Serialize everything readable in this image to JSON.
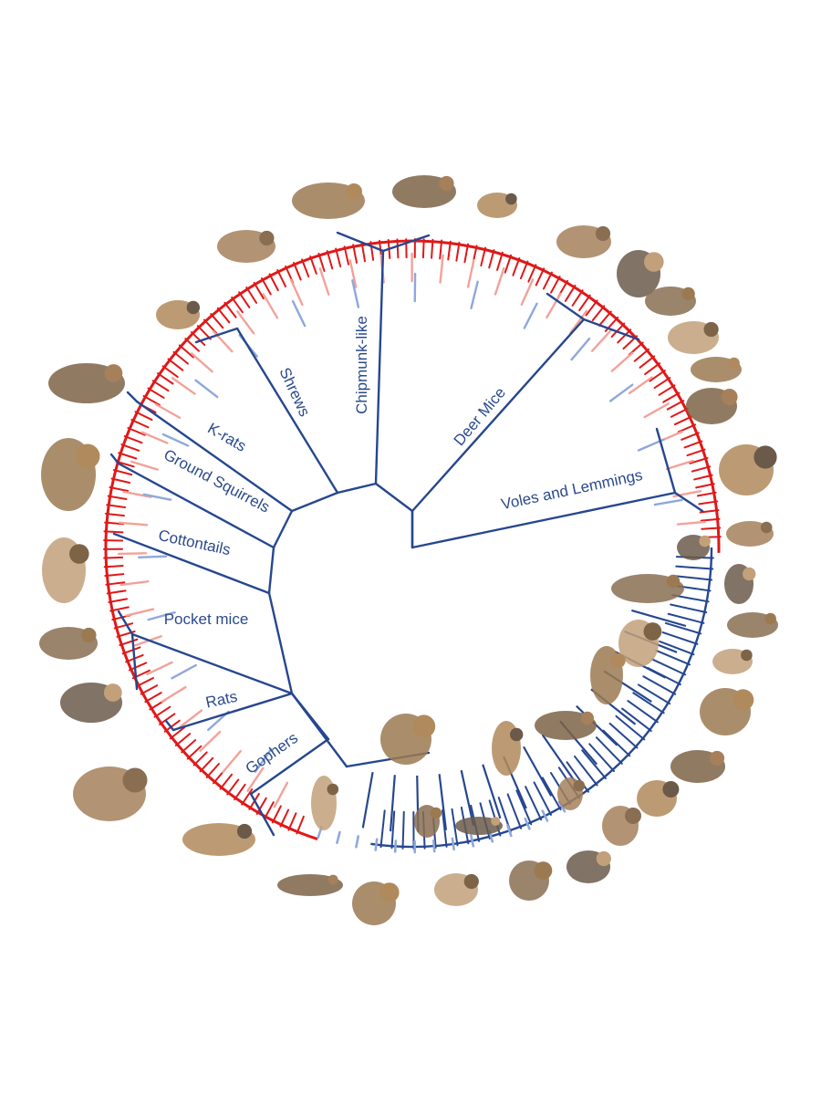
{
  "colors": {
    "tree": "#26478f",
    "light_blue": "#8fa8dc",
    "pink": "#f2a29a",
    "red": "#e01818",
    "label": "#2a4a8c"
  },
  "clades": [
    {
      "key": "chipmunk",
      "label": "Chipmunk-like"
    },
    {
      "key": "shrews",
      "label": "Shrews"
    },
    {
      "key": "deer_mice",
      "label": "Deer Mice"
    },
    {
      "key": "k_rats",
      "label": "K-rats"
    },
    {
      "key": "ground_squirrels",
      "label": "Ground Squirrels"
    },
    {
      "key": "voles",
      "label": "Voles and Lemmings"
    },
    {
      "key": "cottontails",
      "label": "Cottontails"
    },
    {
      "key": "pocket_mice",
      "label": "Pocket mice"
    },
    {
      "key": "rats",
      "label": "Rats"
    },
    {
      "key": "gophers",
      "label": "Gophers"
    }
  ],
  "animals": [
    "chipmunk-illustration",
    "least-chipmunk-illustration",
    "mouse-illustration",
    "woodrat-illustration",
    "harvest-mouse-illustration",
    "grasshopper-mouse-illustration",
    "vole-illustration",
    "lemming-illustration",
    "red-vole-illustration",
    "muskrat-illustration",
    "meadow-vole-illustration",
    "shrew-illustration",
    "small-shrew-illustration",
    "kangaroo-rat-illustration",
    "ground-squirrel-illustration",
    "cottontail-illustration",
    "pocket-mouse-illustration",
    "rat-illustration",
    "deer-mouse-illustration",
    "gopher-illustration",
    "mole-illustration",
    "fox-illustration",
    "gray-squirrel-illustration",
    "beaver-illustration",
    "skunk-illustration",
    "bighorn-sheep-illustration",
    "spotted-skunk-illustration",
    "lynx-illustration",
    "caribou-illustration",
    "raccoon-illustration",
    "armadillo-illustration",
    "jackrabbit-illustration",
    "antelope-squirrel-illustration",
    "jaguar-illustration",
    "bison-illustration",
    "bear-illustration",
    "peccary-illustration",
    "marmot-illustration",
    "prairie-dog-illustration",
    "weasel-illustration",
    "small-chipmunk-illustration",
    "snowshoe-hare-illustration",
    "coyote-illustration"
  ]
}
